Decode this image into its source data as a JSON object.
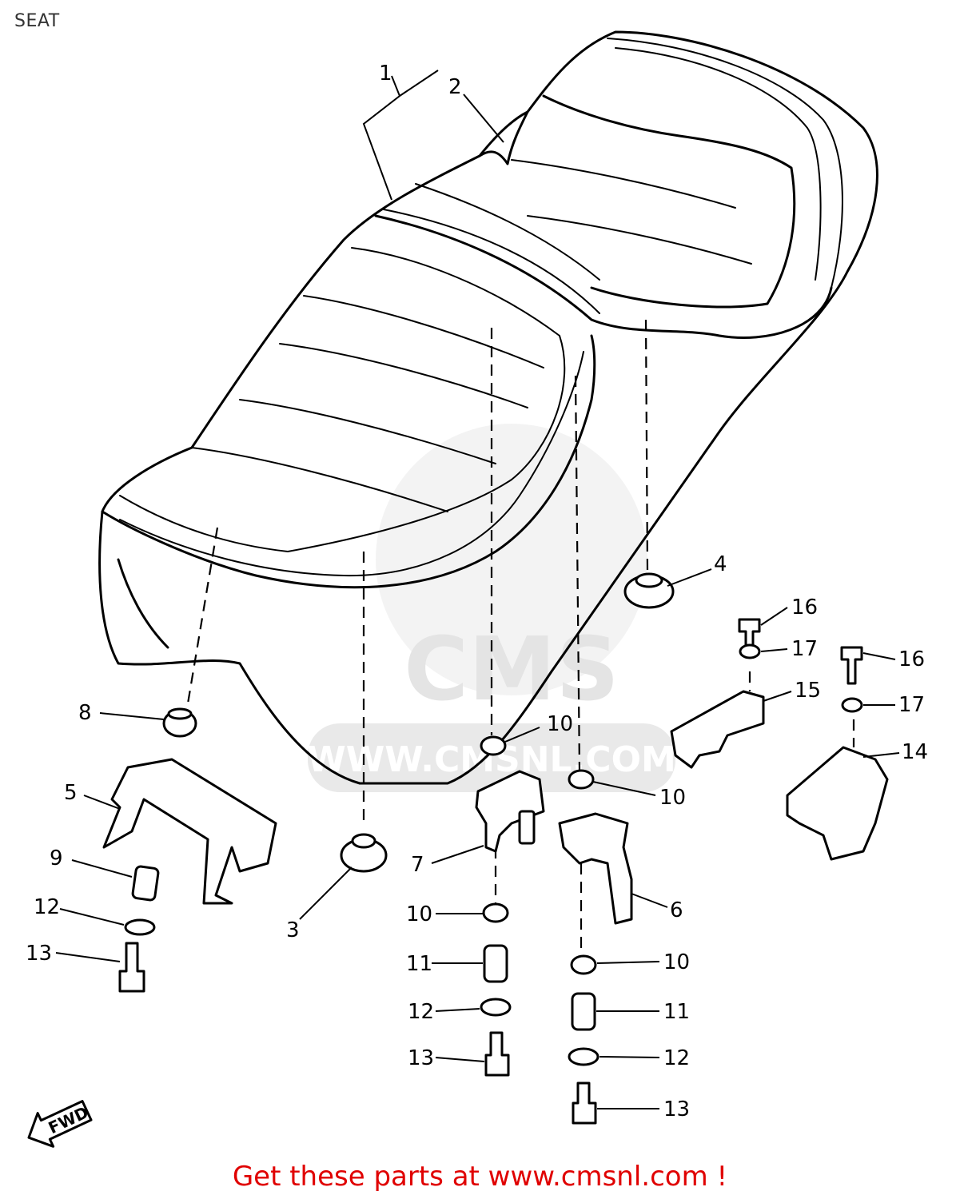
{
  "page": {
    "title": "SEAT"
  },
  "watermark": {
    "text": "WWW.CMSNL.COM",
    "brand": "CMS",
    "color": "#e9e9e9"
  },
  "footer": {
    "link_text": "Get these parts at www.cmsnl.com !",
    "color": "#e00000"
  },
  "direction_marker": {
    "label": "FWD"
  },
  "callouts": [
    {
      "key": "c1",
      "text": "1"
    },
    {
      "key": "c2",
      "text": "2"
    },
    {
      "key": "c3",
      "text": "3"
    },
    {
      "key": "c4",
      "text": "4"
    },
    {
      "key": "c5",
      "text": "5"
    },
    {
      "key": "c6",
      "text": "6"
    },
    {
      "key": "c7",
      "text": "7"
    },
    {
      "key": "c8",
      "text": "8"
    },
    {
      "key": "c9",
      "text": "9"
    },
    {
      "key": "c10a",
      "text": "10"
    },
    {
      "key": "c10b",
      "text": "10"
    },
    {
      "key": "c10c",
      "text": "10"
    },
    {
      "key": "c10d",
      "text": "10"
    },
    {
      "key": "c11a",
      "text": "11"
    },
    {
      "key": "c11b",
      "text": "11"
    },
    {
      "key": "c12a",
      "text": "12"
    },
    {
      "key": "c12b",
      "text": "12"
    },
    {
      "key": "c12c",
      "text": "12"
    },
    {
      "key": "c13a",
      "text": "13"
    },
    {
      "key": "c13b",
      "text": "13"
    },
    {
      "key": "c13c",
      "text": "13"
    },
    {
      "key": "c14",
      "text": "14"
    },
    {
      "key": "c15",
      "text": "15"
    },
    {
      "key": "c16a",
      "text": "16"
    },
    {
      "key": "c16b",
      "text": "16"
    },
    {
      "key": "c17a",
      "text": "17"
    },
    {
      "key": "c17b",
      "text": "17"
    }
  ]
}
